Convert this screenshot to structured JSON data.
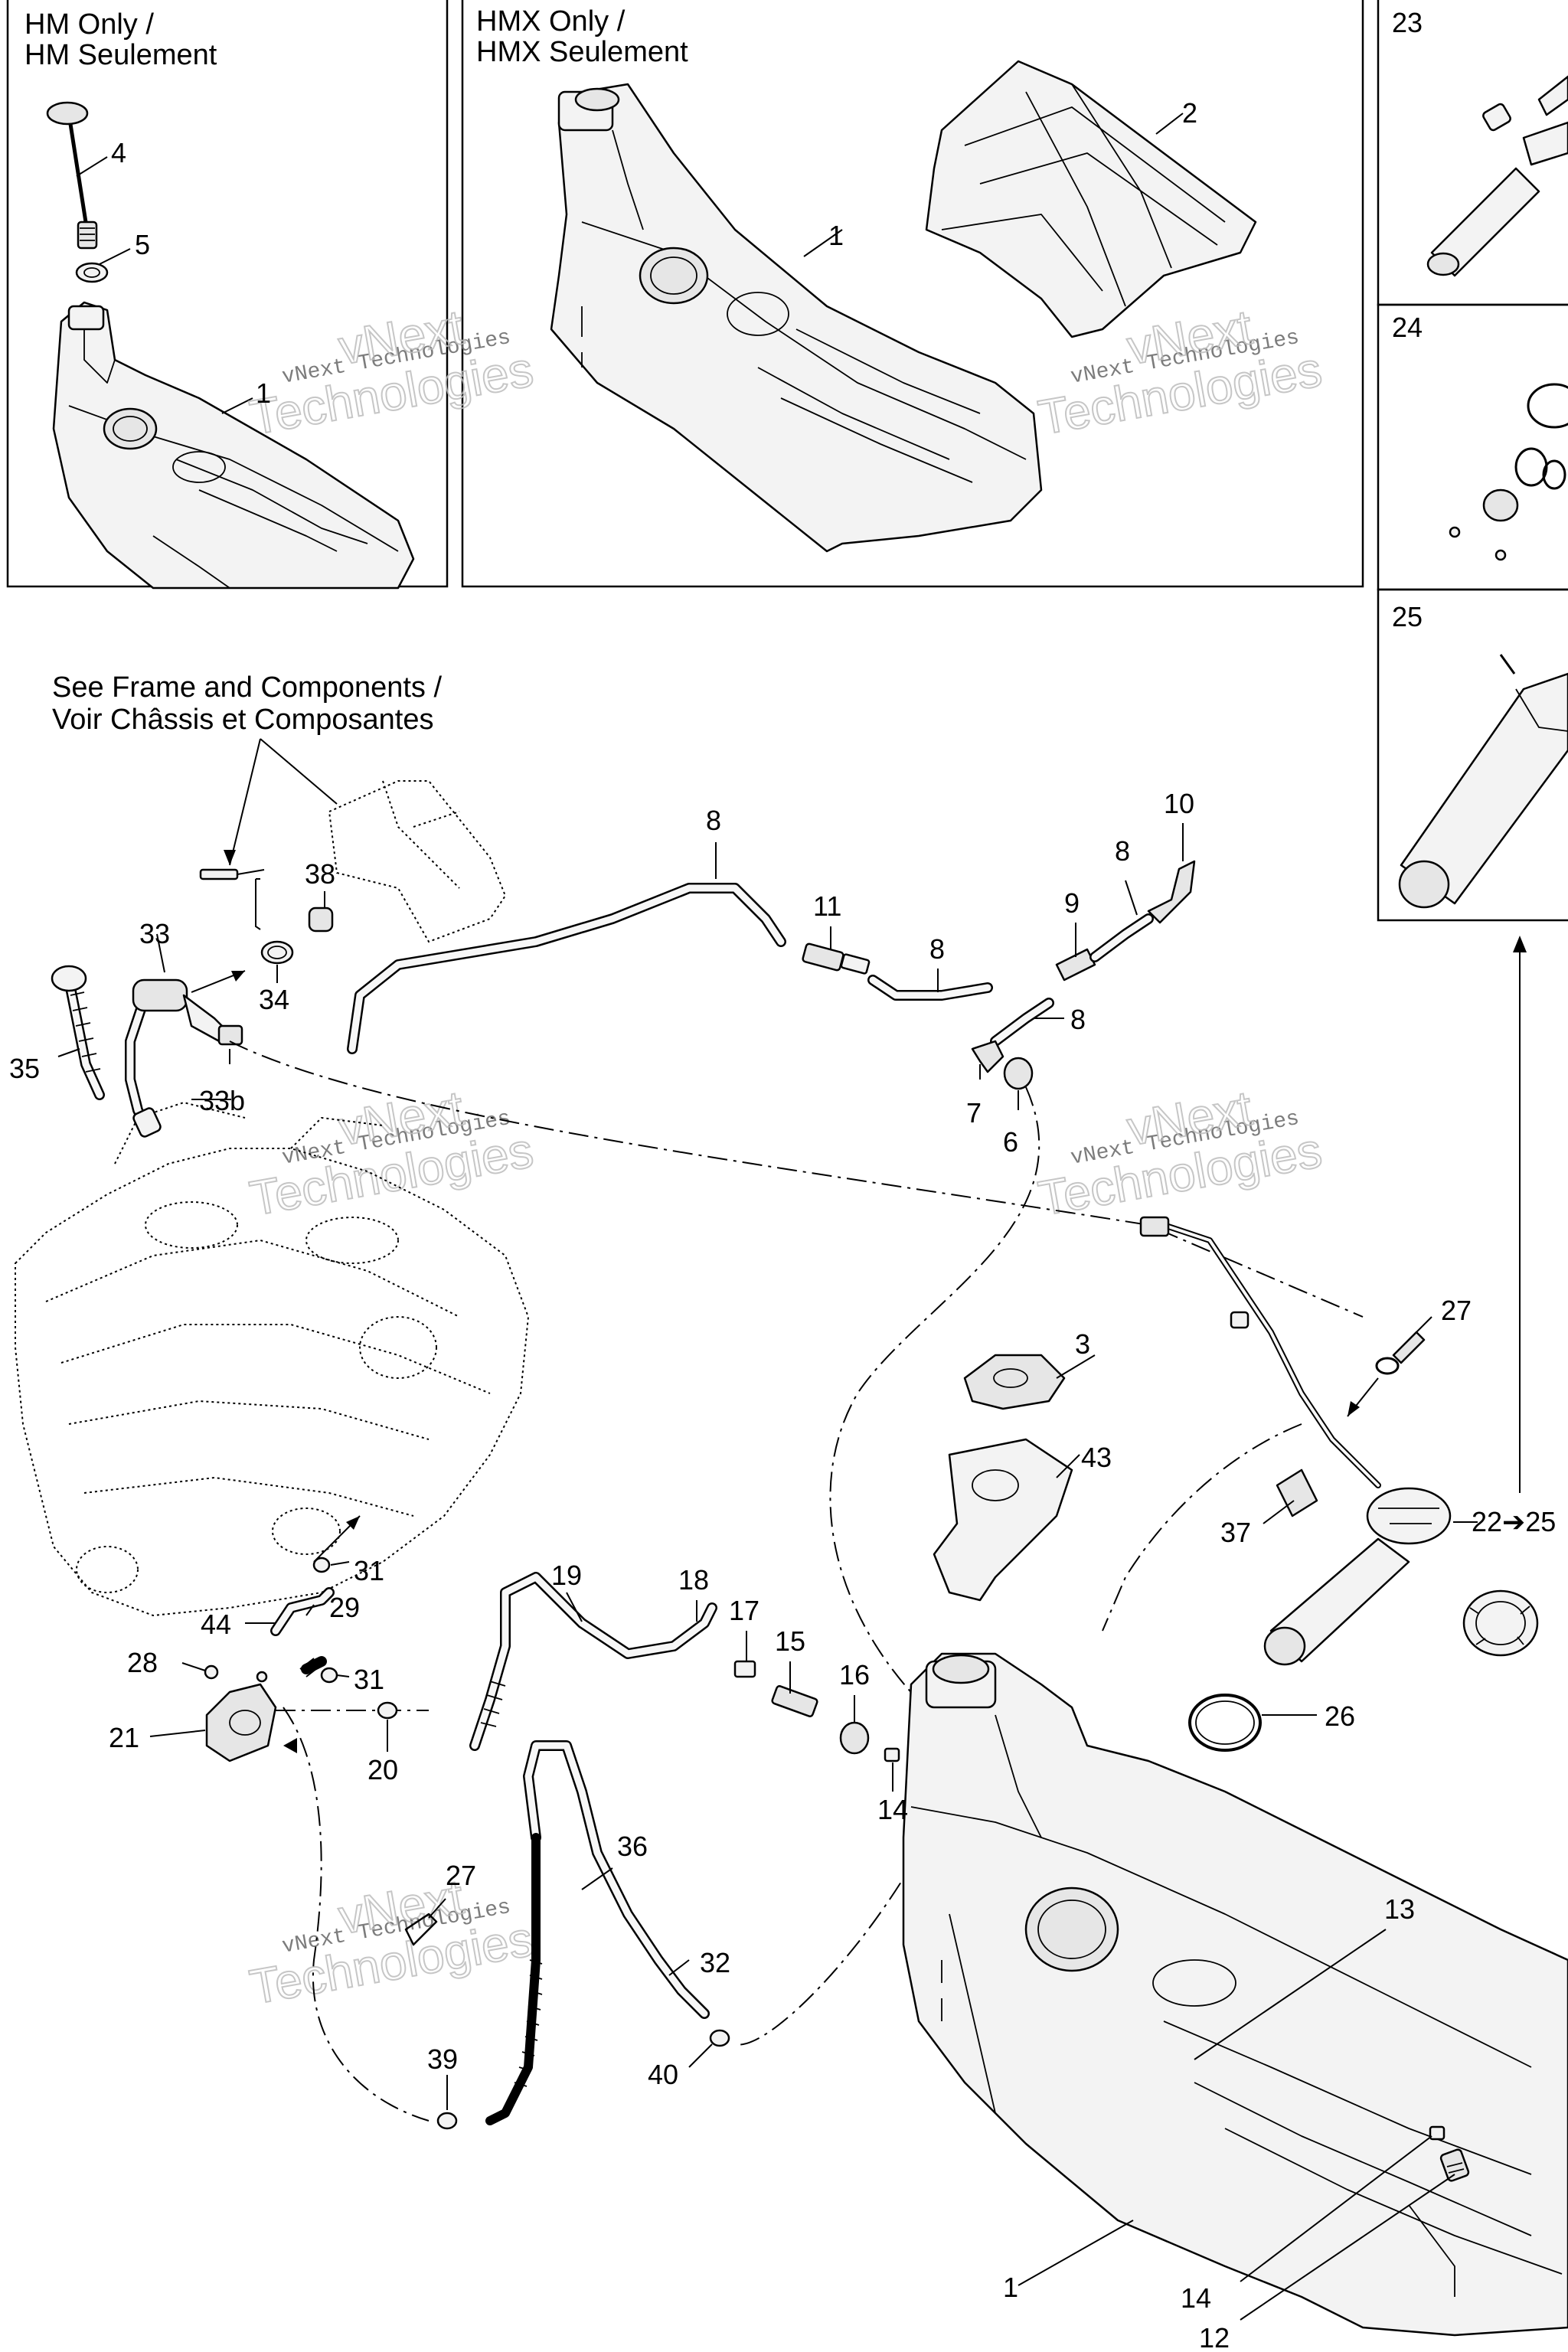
{
  "panels": {
    "hm": {
      "title_line1": "HM Only /",
      "title_line2": "HM Seulement"
    },
    "hmx": {
      "title_line1": "HMX Only /",
      "title_line2": "HMX Seulement"
    }
  },
  "note": {
    "line1": "See Frame and Components /",
    "line2": "Voir Châssis et Composantes"
  },
  "callouts": {
    "c1_hm": "1",
    "c4": "4",
    "c5": "5",
    "c1_hmx": "1",
    "c2": "2",
    "c23": "23",
    "c24": "24",
    "c25": "25",
    "c8_a": "8",
    "c8_b": "8",
    "c8_c": "8",
    "c8_d": "8",
    "c9": "9",
    "c10": "10",
    "c11": "11",
    "c7": "7",
    "c6": "6",
    "c33": "33",
    "c33b": "33b",
    "c34": "34",
    "c35": "35",
    "c38": "38",
    "c27_a": "27",
    "c27_b": "27",
    "c3": "3",
    "c43": "43",
    "c37": "37",
    "c22": "22➔25",
    "c26": "26",
    "c13": "13",
    "c1_main": "1",
    "c14_a": "14",
    "c14_b": "14",
    "c12": "12",
    "c19": "19",
    "c18": "18",
    "c17": "17",
    "c15": "15",
    "c16": "16",
    "c31_a": "31",
    "c31_b": "31",
    "c29": "29",
    "c44": "44",
    "c28": "28",
    "c21": "21",
    "c20": "20",
    "c36": "36",
    "c32": "32",
    "c40": "40",
    "c39": "39"
  },
  "watermark": {
    "line1": "vNext Technologies",
    "line2": "vNext",
    "line3": "Technologies"
  }
}
